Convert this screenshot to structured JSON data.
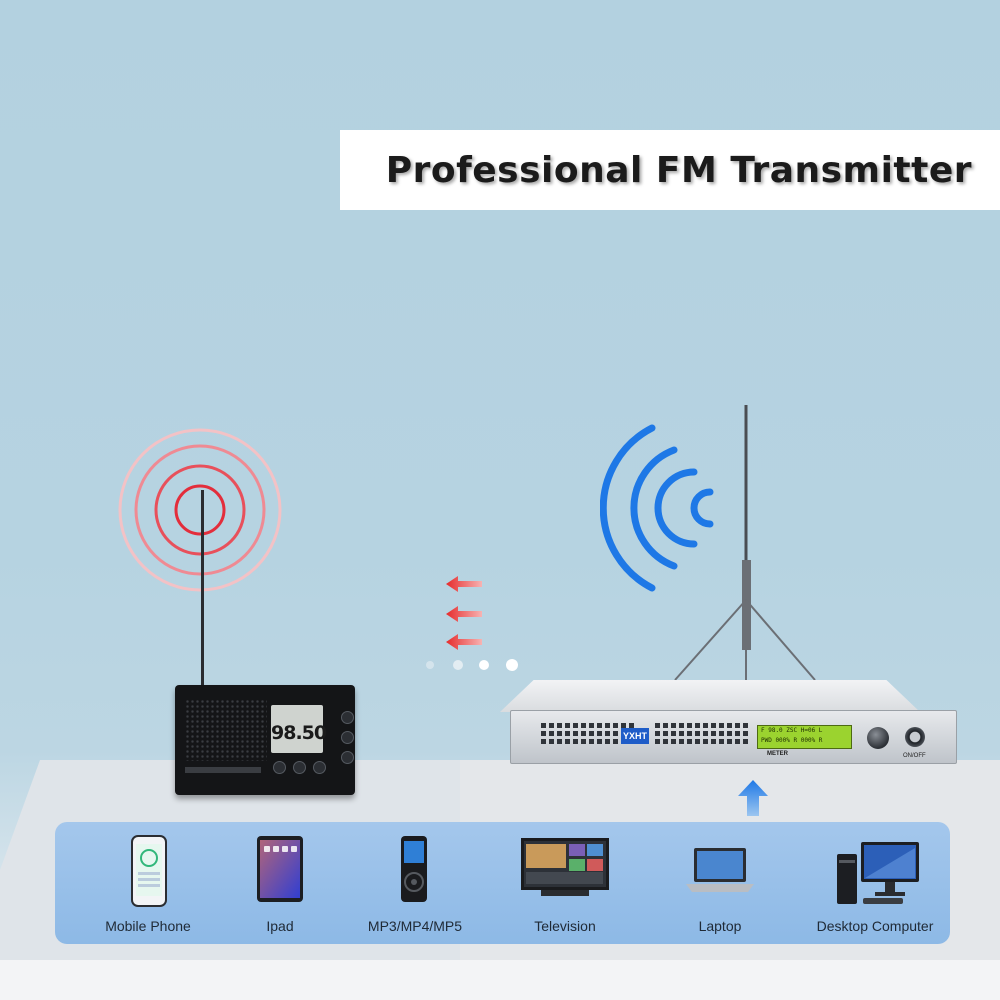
{
  "title": "Professional FM Transmitter",
  "radio": {
    "frequency_display": "98.50"
  },
  "transmitter": {
    "brand": "YXHT",
    "lcd_line1": "F 98.0 ZSC H=06 L",
    "lcd_line2": "PWD 000% R 000% R",
    "meter_label": "METER",
    "onoff_label": "ON/OFF"
  },
  "devices": [
    {
      "label": "Mobile Phone",
      "icon": "mobile-phone-icon"
    },
    {
      "label": "Ipad",
      "icon": "tablet-icon"
    },
    {
      "label": "MP3/MP4/MP5",
      "icon": "media-player-icon"
    },
    {
      "label": "Television",
      "icon": "television-icon"
    },
    {
      "label": "Laptop",
      "icon": "laptop-icon"
    },
    {
      "label": "Desktop Computer",
      "icon": "desktop-computer-icon"
    }
  ],
  "colors": {
    "signal_receive": "#e8505b",
    "signal_transmit": "#1e78e6",
    "panel": "#8db9e6"
  }
}
